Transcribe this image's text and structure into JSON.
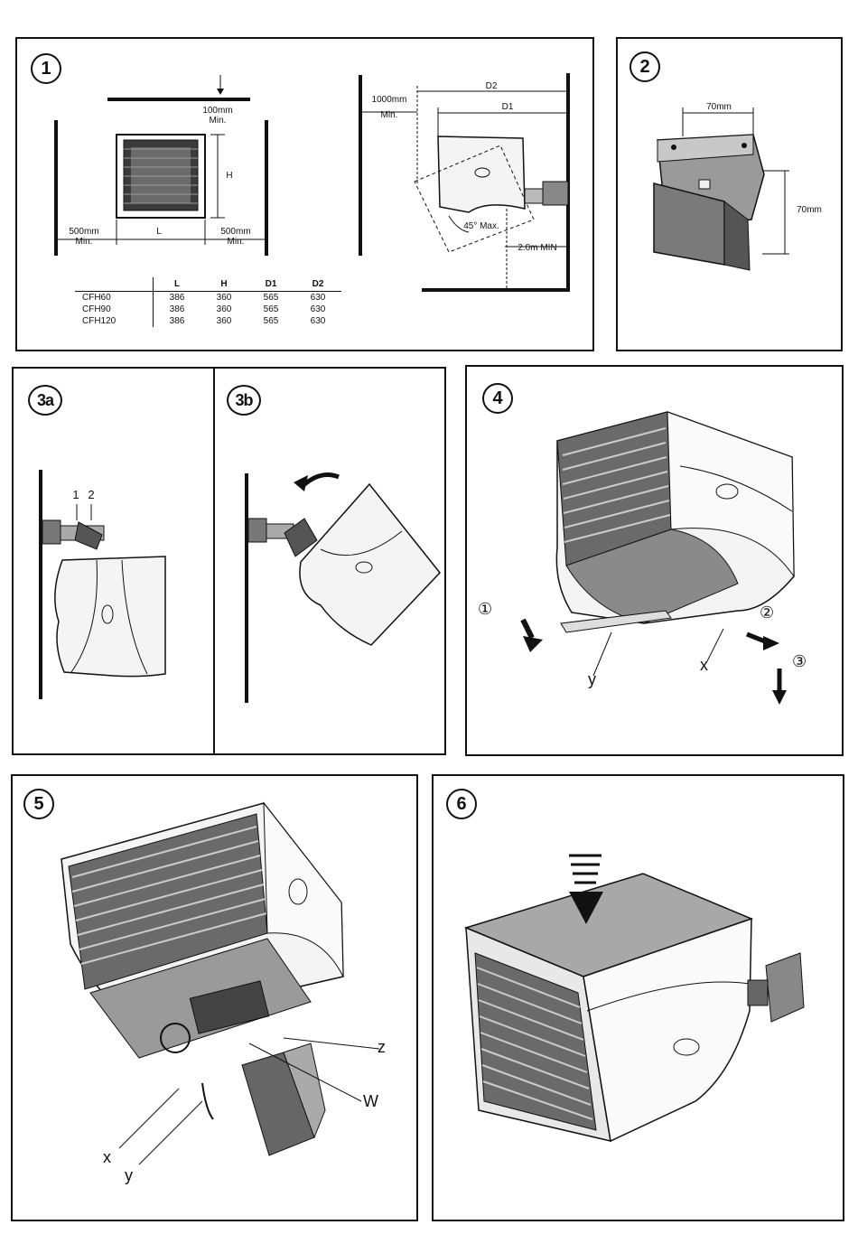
{
  "panels": {
    "p1": {
      "badge": "1",
      "top_clearance": "100mm",
      "top_min": "Min.",
      "h_label": "H",
      "l_label": "L",
      "left_clearance": "500mm",
      "left_min": "Min.",
      "right_clearance": "500mm",
      "right_min": "Min.",
      "wall_clearance": "1000mm",
      "wall_min": "Min.",
      "d2_label": "D2",
      "d1_label": "D1",
      "tilt_label": "45° Max.",
      "floor_label": "2.0m MIN",
      "table": {
        "headers": [
          "",
          "L",
          "H",
          "D1",
          "D2"
        ],
        "rows": [
          {
            "model": "CFH60",
            "L": "386",
            "H": "360",
            "D1": "565",
            "D2": "630"
          },
          {
            "model": "CFH90",
            "L": "386",
            "H": "360",
            "D1": "565",
            "D2": "630"
          },
          {
            "model": "CFH120",
            "L": "386",
            "H": "360",
            "D1": "565",
            "D2": "630"
          }
        ]
      }
    },
    "p2": {
      "badge": "2",
      "width_label": "70mm",
      "height_label": "70mm"
    },
    "p3a": {
      "badge": "3a",
      "pin1": "1",
      "pin2": "2"
    },
    "p3b": {
      "badge": "3b"
    },
    "p4": {
      "badge": "4",
      "step1": "①",
      "step2": "②",
      "step3": "③",
      "label_y": "y",
      "label_x": "x"
    },
    "p5": {
      "badge": "5",
      "label_z": "z",
      "label_w": "W",
      "label_x": "x",
      "label_y": "y"
    },
    "p6": {
      "badge": "6"
    }
  }
}
